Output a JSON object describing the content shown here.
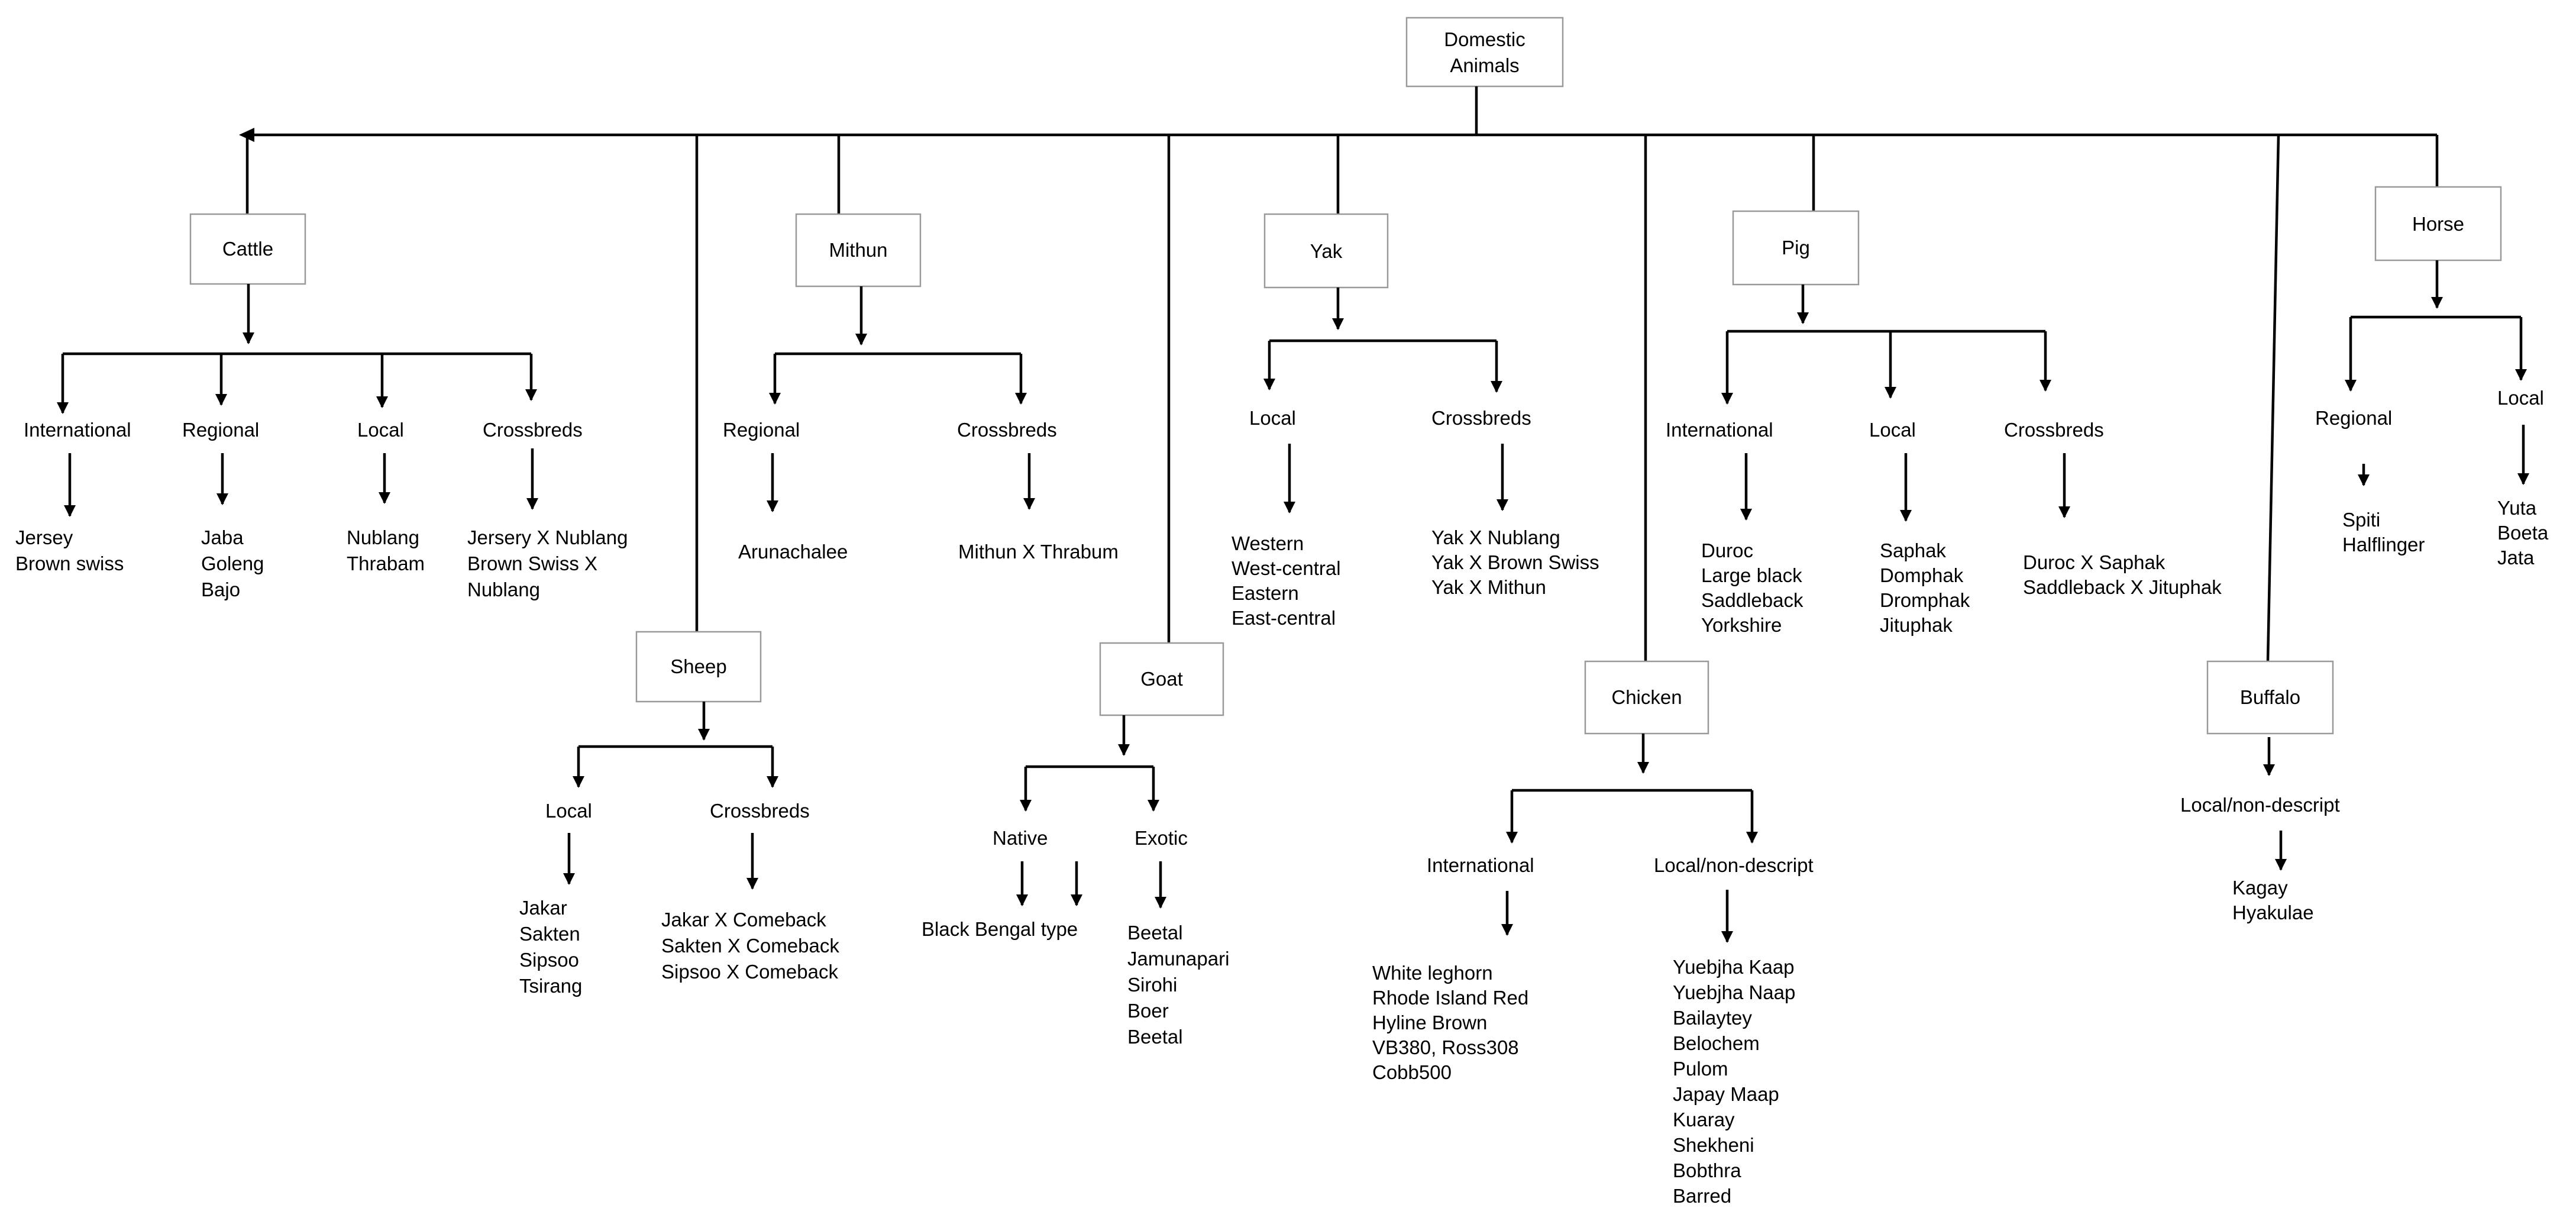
{
  "root": {
    "line1": "Domestic",
    "line2": "Animals"
  },
  "animals": {
    "cattle": {
      "label": "Cattle",
      "categories": [
        {
          "label": "International",
          "items": [
            "Jersey",
            "Brown swiss"
          ]
        },
        {
          "label": "Regional",
          "items": [
            "Jaba",
            "Goleng",
            "Bajo"
          ]
        },
        {
          "label": "Local",
          "items": [
            "Nublang",
            "Thrabam"
          ]
        },
        {
          "label": "Crossbreds",
          "items": [
            "Jersery X Nublang",
            "Brown Swiss X",
            "Nublang"
          ]
        }
      ]
    },
    "sheep": {
      "label": "Sheep",
      "categories": [
        {
          "label": "Local",
          "items": [
            "Jakar",
            "Sakten",
            "Sipsoo",
            "Tsirang"
          ]
        },
        {
          "label": "Crossbreds",
          "items": [
            "Jakar X Comeback",
            "Sakten X Comeback",
            "Sipsoo X Comeback"
          ]
        }
      ]
    },
    "mithun": {
      "label": "Mithun",
      "categories": [
        {
          "label": "Regional",
          "items": [
            "Arunachalee"
          ]
        },
        {
          "label": "Crossbreds",
          "items": [
            "Mithun X Thrabum"
          ]
        }
      ]
    },
    "goat": {
      "label": "Goat",
      "categories": [
        {
          "label": "Native",
          "items": [
            "Black Bengal type"
          ]
        },
        {
          "label": "Exotic",
          "items": [
            "Beetal",
            "Jamunapari",
            "Sirohi",
            "Boer",
            "Beetal"
          ]
        }
      ]
    },
    "yak": {
      "label": "Yak",
      "categories": [
        {
          "label": "Local",
          "items": [
            "Western",
            "West-central",
            "Eastern",
            "East-central"
          ]
        },
        {
          "label": "Crossbreds",
          "items": [
            "Yak X Nublang",
            "Yak X Brown Swiss",
            "Yak X Mithun"
          ]
        }
      ]
    },
    "chicken": {
      "label": "Chicken",
      "categories": [
        {
          "label": "International",
          "items": [
            "White leghorn",
            "Rhode Island Red",
            "Hyline Brown",
            "VB380, Ross308",
            "Cobb500"
          ]
        },
        {
          "label": "Local/non-descript",
          "items": [
            "Yuebjha Kaap",
            "Yuebjha Naap",
            "Bailaytey",
            "Belochem",
            "Pulom",
            "Japay Maap",
            "Kuaray",
            "Shekheni",
            "Bobthra",
            "Barred"
          ]
        }
      ]
    },
    "pig": {
      "label": "Pig",
      "categories": [
        {
          "label": "International",
          "items": [
            "Duroc",
            "Large black",
            "Saddleback",
            "Yorkshire"
          ]
        },
        {
          "label": "Local",
          "items": [
            "Saphak",
            "Domphak",
            "Dromphak",
            "Jituphak"
          ]
        },
        {
          "label": "Crossbreds",
          "items": [
            "Duroc X Saphak",
            "Saddleback X Jituphak"
          ]
        }
      ]
    },
    "buffalo": {
      "label": "Buffalo",
      "categories": [
        {
          "label": "Local/non-descript",
          "items": [
            "Kagay",
            "Hyakulae"
          ]
        }
      ]
    },
    "horse": {
      "label": "Horse",
      "categories": [
        {
          "label": "Regional",
          "items": [
            "Spiti",
            "Halflinger"
          ]
        },
        {
          "label": "Local",
          "items": [
            "Yuta",
            "Boeta",
            "Jata"
          ]
        }
      ]
    }
  }
}
